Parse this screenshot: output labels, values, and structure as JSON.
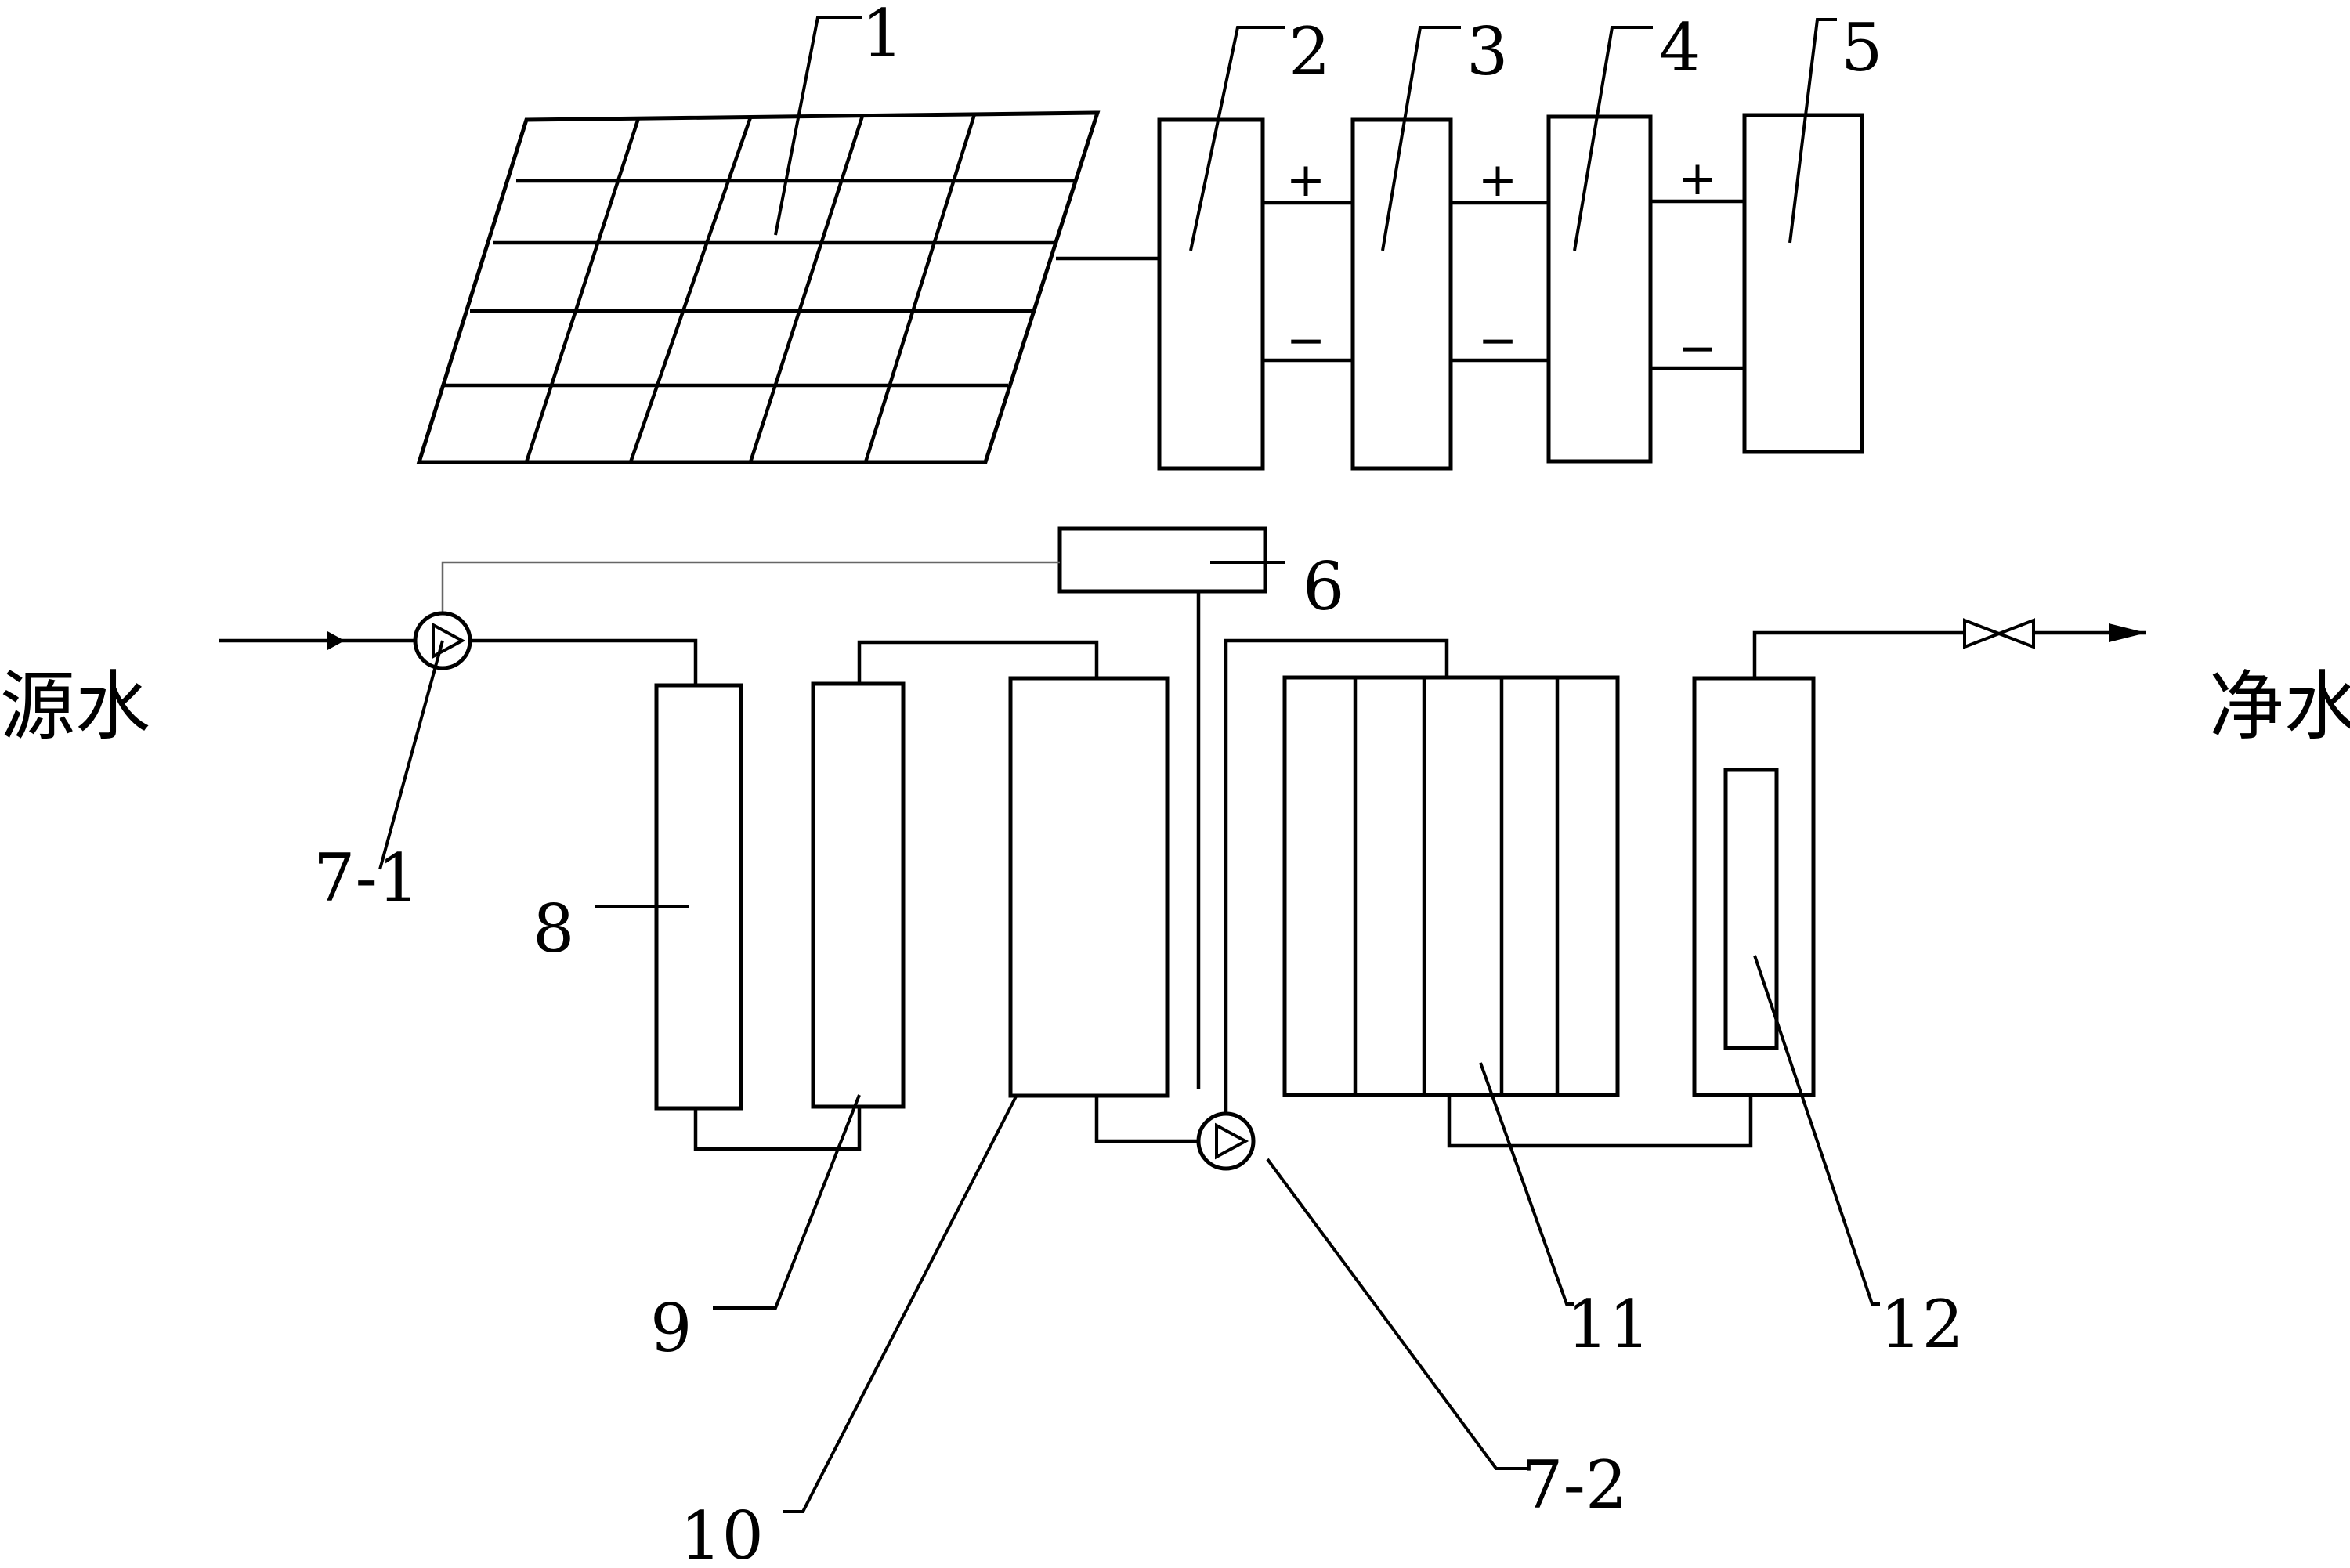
{
  "labels": {
    "l1": "1",
    "l2": "2",
    "l3": "3",
    "l4": "4",
    "l5": "5",
    "l6": "6",
    "l7_1": "7-1",
    "l7_2": "7-2",
    "l8": "8",
    "l9": "9",
    "l10": "10",
    "l11": "11",
    "l12": "12"
  },
  "signs": {
    "plus": "+",
    "minus": "−"
  },
  "source_water": "源水",
  "clean_water": "净水"
}
